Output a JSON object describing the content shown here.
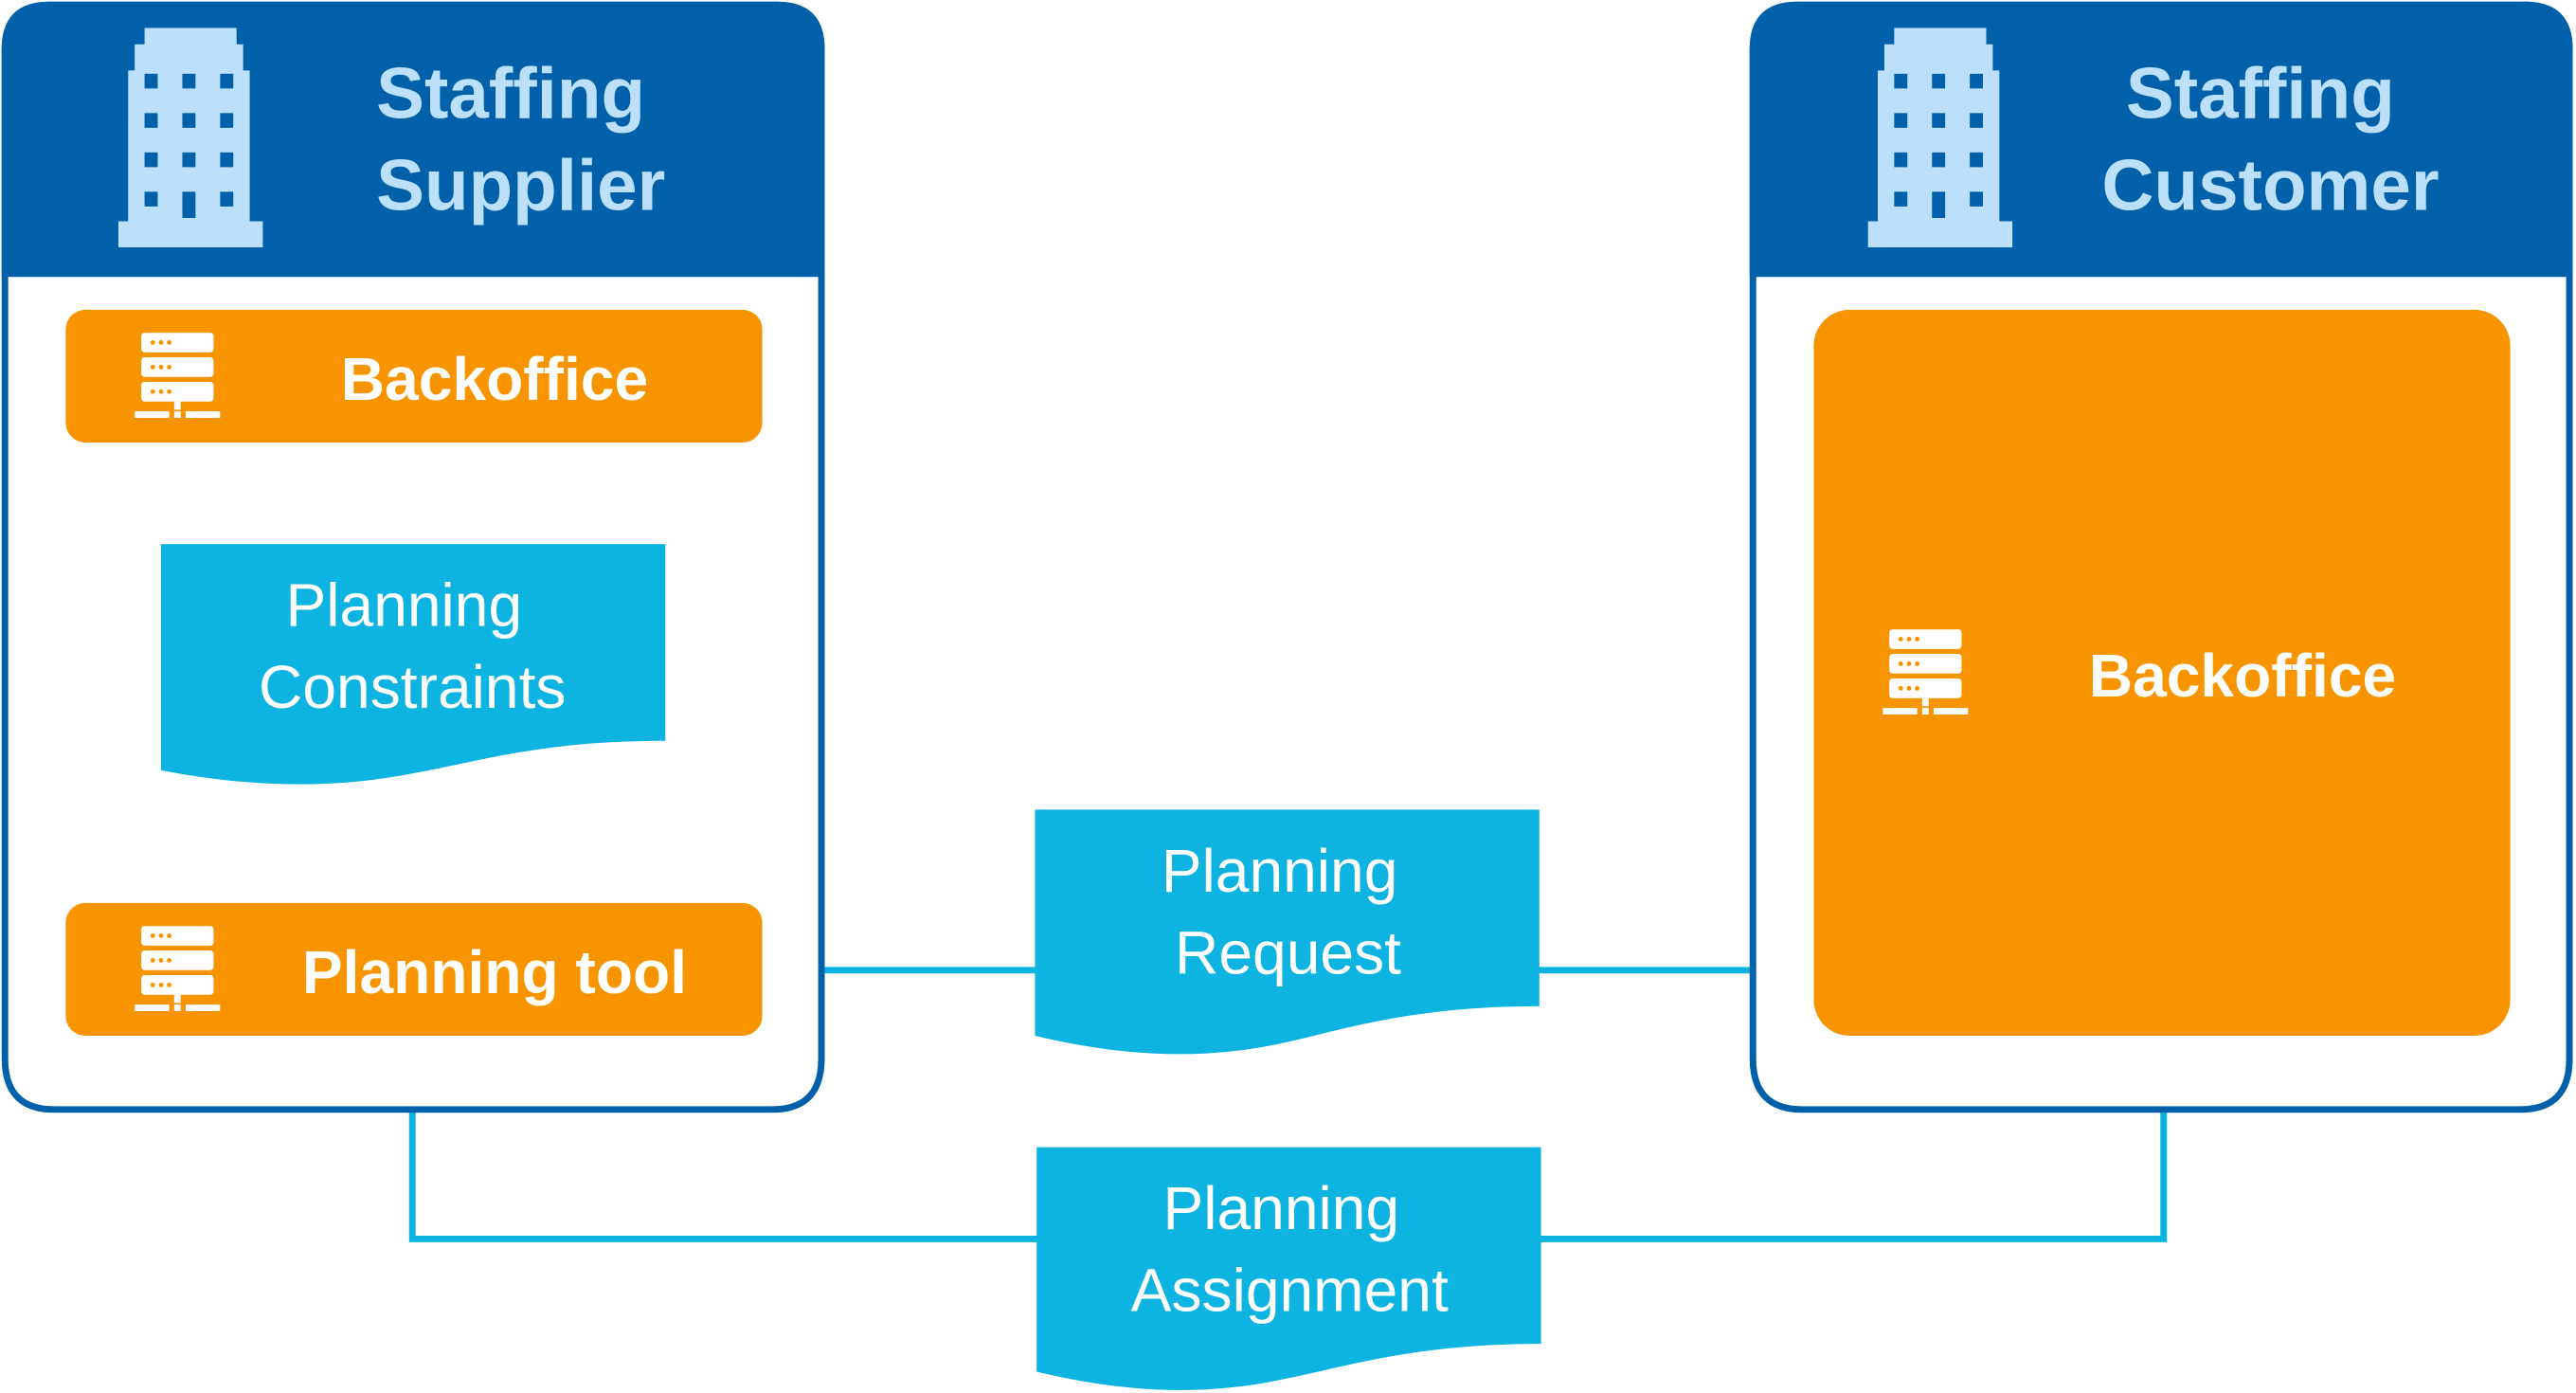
{
  "colors": {
    "org_header": "#0060AA",
    "org_header_text": "#BDE0FA",
    "building_icon": "#BDE0FA",
    "system_box": "#F79400",
    "document": "#0DB4E2",
    "connector": "#0DB4E2",
    "panel_border": "#0060AA"
  },
  "organizations": [
    {
      "id": "supplier",
      "title_line1": "Staffing",
      "title_line2": "Supplier",
      "icon": "building-icon",
      "systems": [
        {
          "id": "supplier-backoffice",
          "label": "Backoffice",
          "icon": "server-icon"
        },
        {
          "id": "planning-tool",
          "label": "Planning tool",
          "icon": "server-icon"
        }
      ]
    },
    {
      "id": "customer",
      "title_line1": "Staffing",
      "title_line2": "Customer",
      "icon": "building-icon",
      "systems": [
        {
          "id": "customer-backoffice",
          "label": "Backoffice",
          "icon": "server-icon"
        }
      ]
    }
  ],
  "documents": [
    {
      "id": "planning-constraints",
      "line1": "Planning",
      "line2": "Constraints",
      "from": "supplier-backoffice",
      "to": "planning-tool"
    },
    {
      "id": "planning-request",
      "line1": "Planning",
      "line2": "Request",
      "from": "customer-backoffice",
      "to": "planning-tool"
    },
    {
      "id": "planning-assignment",
      "line1": "Planning",
      "line2": "Assignment",
      "from": "planning-tool",
      "to": "customer-backoffice"
    }
  ]
}
